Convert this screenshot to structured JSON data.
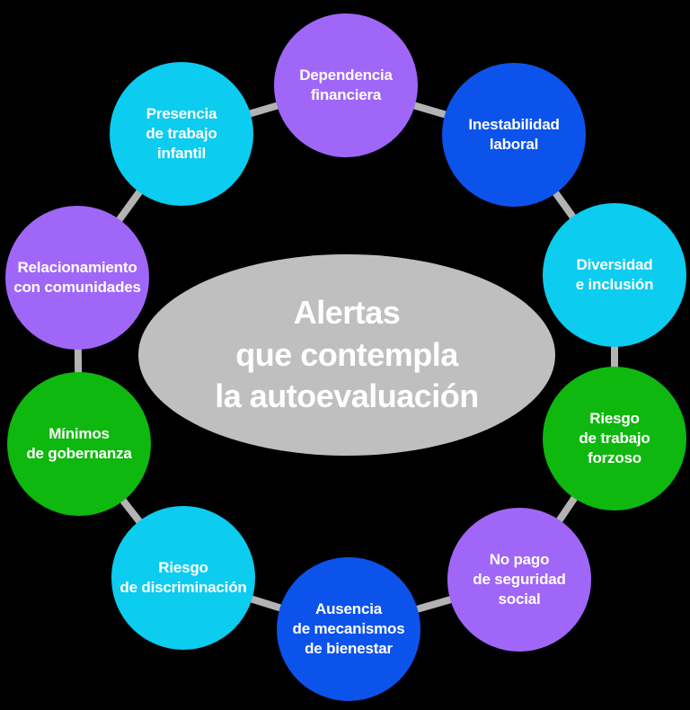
{
  "diagram": {
    "title": "Alertas\nque contempla\nla autoevaluación",
    "colors": {
      "background": "#000000",
      "center_ellipse": "#bfbfbf",
      "connector": "#b3b3b3",
      "text": "#ffffff",
      "purple": "#a066f8",
      "blue": "#0c53ec",
      "cyan": "#0cccf0",
      "green": "#0eb80e"
    },
    "nodes": [
      {
        "label": "Dependencia\nfinanciera",
        "color": "#a066f8"
      },
      {
        "label": "Inestabilidad\nlaboral",
        "color": "#0c53ec"
      },
      {
        "label": "Diversidad\ne inclusión",
        "color": "#0cccf0"
      },
      {
        "label": "Riesgo\nde trabajo\nforzoso",
        "color": "#0eb80e"
      },
      {
        "label": "No pago\nde seguridad\nsocial",
        "color": "#a066f8"
      },
      {
        "label": "Ausencia\nde mecanismos\nde bienestar",
        "color": "#0c53ec"
      },
      {
        "label": "Riesgo\nde discriminación",
        "color": "#0cccf0"
      },
      {
        "label": "Mínimos\nde gobernanza",
        "color": "#0eb80e"
      },
      {
        "label": "Relacionamiento\ncon comunidades",
        "color": "#a066f8"
      },
      {
        "label": "Presencia\nde trabajo\ninfantil",
        "color": "#0cccf0"
      }
    ]
  }
}
